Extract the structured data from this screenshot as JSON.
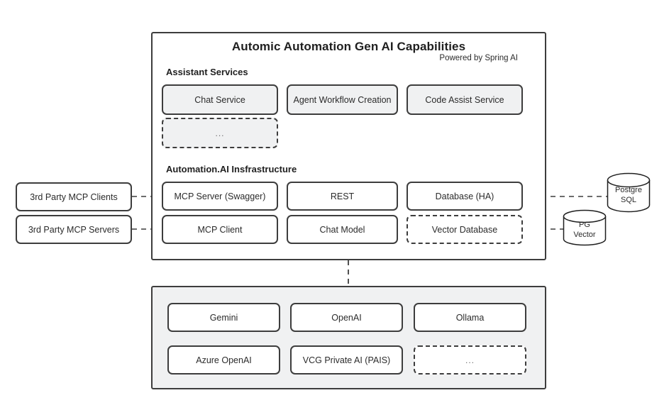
{
  "diagram": {
    "title": "Automic Automation Gen AI Capabilities",
    "subtitle": "Powered by Spring AI",
    "sections": {
      "assistant": {
        "label": "Assistant Services"
      },
      "infrastructure": {
        "label": "Automation.AI Insfrastructure"
      }
    },
    "assistant_services": [
      {
        "label": "Chat Service",
        "style": "gray-solid"
      },
      {
        "label": "Agent Workflow Creation",
        "style": "gray-solid"
      },
      {
        "label": "Code Assist Service",
        "style": "gray-solid"
      },
      {
        "label": "...",
        "style": "gray-dashed"
      }
    ],
    "infrastructure_components": [
      {
        "label": "MCP Server (Swagger)",
        "style": "white-solid"
      },
      {
        "label": "REST",
        "style": "white-solid"
      },
      {
        "label": "Database (HA)",
        "style": "white-solid"
      },
      {
        "label": "MCP Client",
        "style": "white-solid"
      },
      {
        "label": "Chat Model",
        "style": "white-solid"
      },
      {
        "label": "Vector Database",
        "style": "white-dashed"
      }
    ],
    "external_clients": [
      {
        "label": "3rd Party MCP Clients"
      },
      {
        "label": "3rd Party MCP Servers"
      }
    ],
    "datastores": [
      {
        "label": "Postgre SQL",
        "line1": "Postgre",
        "line2": "SQL"
      },
      {
        "label": "PG Vector",
        "line1": "PG",
        "line2": "Vector"
      }
    ],
    "model_providers": [
      {
        "label": "Gemini",
        "style": "white-solid"
      },
      {
        "label": "OpenAI",
        "style": "white-solid"
      },
      {
        "label": "Ollama",
        "style": "white-solid"
      },
      {
        "label": "Azure OpenAI",
        "style": "white-solid"
      },
      {
        "label": "VCG Private AI (PAIS)",
        "style": "white-solid"
      },
      {
        "label": "...",
        "style": "white-dashed"
      }
    ],
    "colors": {
      "stroke": "#3d3d3d",
      "panel_fill": "#f0f1f2",
      "box_fill_gray": "#f0f1f2",
      "box_fill_white": "#ffffff",
      "text": "#2b2b2b",
      "background": "#ffffff"
    }
  }
}
